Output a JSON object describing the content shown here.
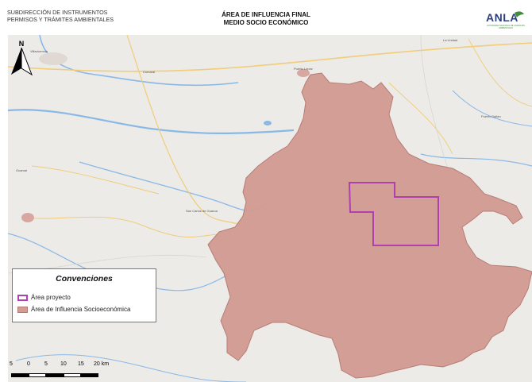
{
  "header": {
    "left_line1": "SUBDIRECCIÓN DE INSTRUMENTOS",
    "left_line2": "PERMISOS Y TRÁMITES AMBIENTALES",
    "title_line1": "ÁREA DE INFLUENCIA FINAL",
    "title_line2": "MEDIO SOCIO ECONÓMICO",
    "logo_text": "ANLA",
    "logo_subtitle": "AUTORIDAD NACIONAL DE LICENCIAS AMBIENTALES"
  },
  "north_arrow": {
    "label": "N"
  },
  "legend": {
    "title": "Convenciones",
    "items": [
      {
        "label": "Área proyecto",
        "color": "#b03fb0"
      },
      {
        "label": "Área de Influencia Socioeconómica",
        "color": "#d39c94"
      }
    ]
  },
  "scale_bar": {
    "ticks": [
      "5",
      "0",
      "5",
      "10",
      "15",
      "20 km"
    ]
  },
  "places": [
    {
      "name": "Villavicencio"
    },
    {
      "name": "Puerto López"
    },
    {
      "name": "Guamal"
    },
    {
      "name": "San Carlos de Guaroa"
    },
    {
      "name": "La Unidad"
    },
    {
      "name": "Puerto Gaitán"
    },
    {
      "name": "Cumaral"
    }
  ],
  "colors": {
    "influence_fill": "#d39c94",
    "influence_stroke": "#b57a72",
    "project_stroke": "#b03fb0",
    "river": "#8ab8e6",
    "road": "#f1cc7a",
    "background": "#ecebe8"
  }
}
